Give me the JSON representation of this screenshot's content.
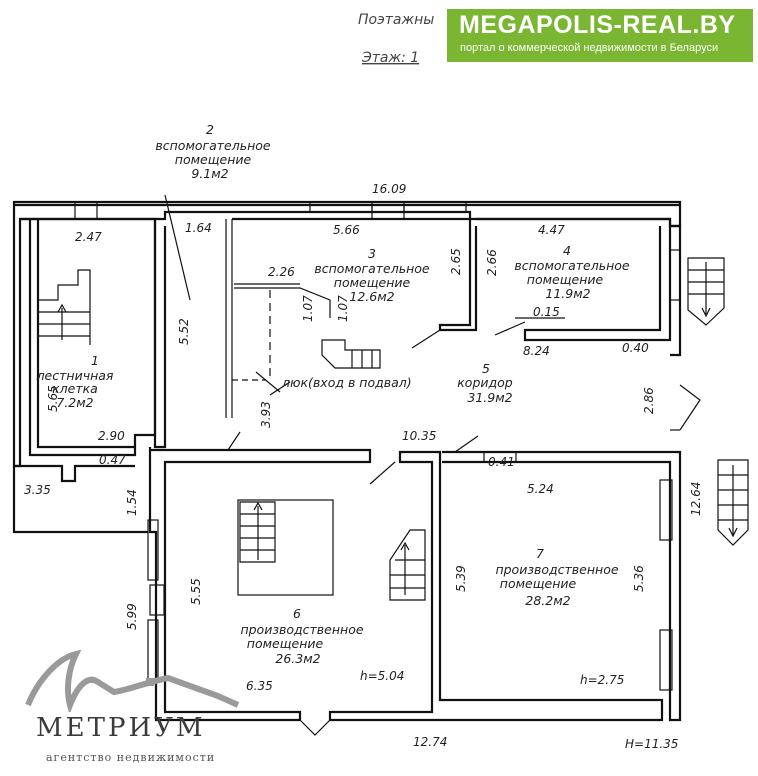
{
  "header": {
    "text": "Поэтажны",
    "floor": "Этаж: 1",
    "corner": "1"
  },
  "banner": {
    "title": "MEGAPOLIS-REAL.BY",
    "subtitle": "портал о коммерческой недвижимости в Беларуси",
    "color": "#7ab632"
  },
  "logo": {
    "name": "МЕТРИУМ",
    "subtitle": "агентство недвижимости"
  },
  "rooms": [
    {
      "num": "1",
      "name": [
        "лестничная",
        "клетка"
      ],
      "area": "7.2м2"
    },
    {
      "num": "2",
      "name": [
        "вспомогательное",
        "помещение"
      ],
      "area": "9.1м2"
    },
    {
      "num": "3",
      "name": [
        "вспомогательное",
        "помещение"
      ],
      "area": "12.6м2"
    },
    {
      "num": "4",
      "name": [
        "вспомогательное",
        "помещение"
      ],
      "area": "11.9м2"
    },
    {
      "num": "5",
      "name": [
        "коридор"
      ],
      "area": "31.9м2"
    },
    {
      "num": "6",
      "name": [
        "производственное",
        "помещение"
      ],
      "area": "26.3м2"
    },
    {
      "num": "7",
      "name": [
        "производственное",
        "помещение"
      ],
      "area": "28.2м2"
    }
  ],
  "hatch": "люк(вход в подвал)",
  "dimensions": [
    "16.09",
    "2.47",
    "1.64",
    "5.66",
    "4.47",
    "2.26",
    "2.65",
    "2.66",
    "5.52",
    "1.07",
    "1.07",
    "0.15",
    "8.24",
    "0.40",
    "5.65",
    "3.93",
    "2.86",
    "2.90",
    "0.47",
    "10.35",
    "3.35",
    "1.54",
    "0.41",
    "5.24",
    "12.64",
    "5.55",
    "5.39",
    "5.36",
    "5.99",
    "6.35",
    "12.74"
  ],
  "heights": {
    "room6": "h=5.04",
    "room7": "h=2.75",
    "total": "H=11.35"
  }
}
